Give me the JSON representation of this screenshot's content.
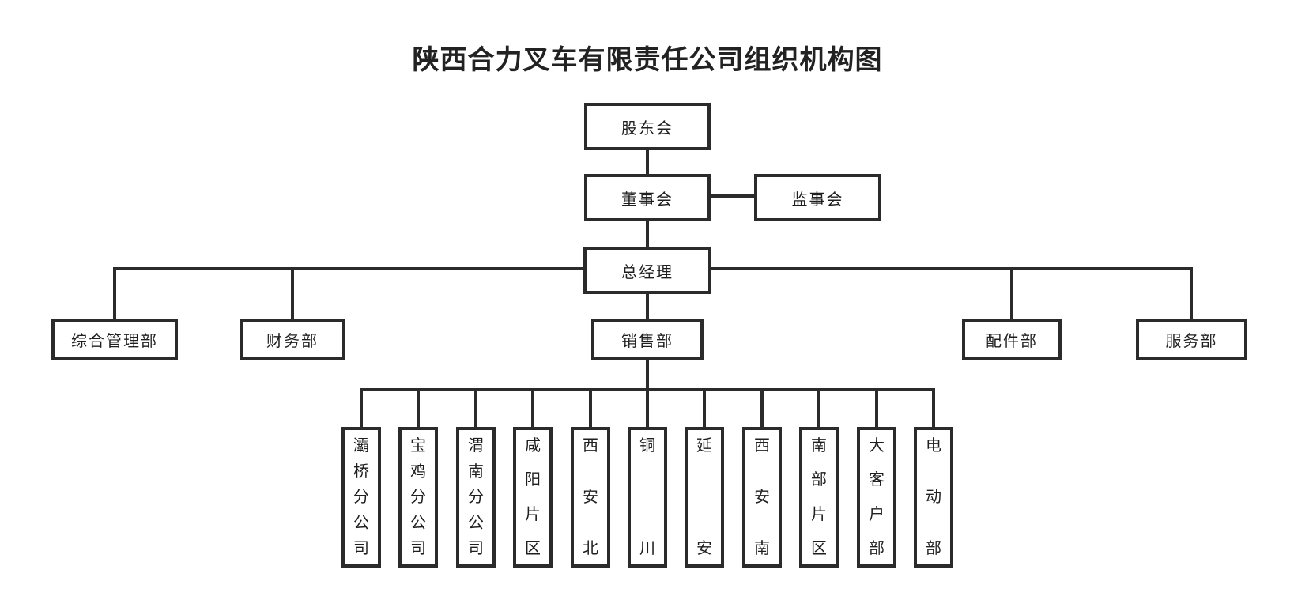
{
  "title": "陕西合力叉车有限责任公司组织机构图",
  "nodes": {
    "shareholders": "股东会",
    "board": "董事会",
    "supervisory": "监事会",
    "general_manager": "总经理",
    "general_admin": "综合管理部",
    "finance": "财务部",
    "sales": "销售部",
    "parts": "配件部",
    "service": "服务部"
  },
  "sales_units": [
    "灞桥分公司",
    "宝鸡分公司",
    "渭南分公司",
    "咸阳片区",
    "西安北",
    "铜川",
    "延安",
    "西安南",
    "南部片区",
    "大客户部",
    "电动部"
  ],
  "colors": {
    "line": "#2b2b2b",
    "text": "#1f1f1f",
    "background": "#ffffff"
  }
}
